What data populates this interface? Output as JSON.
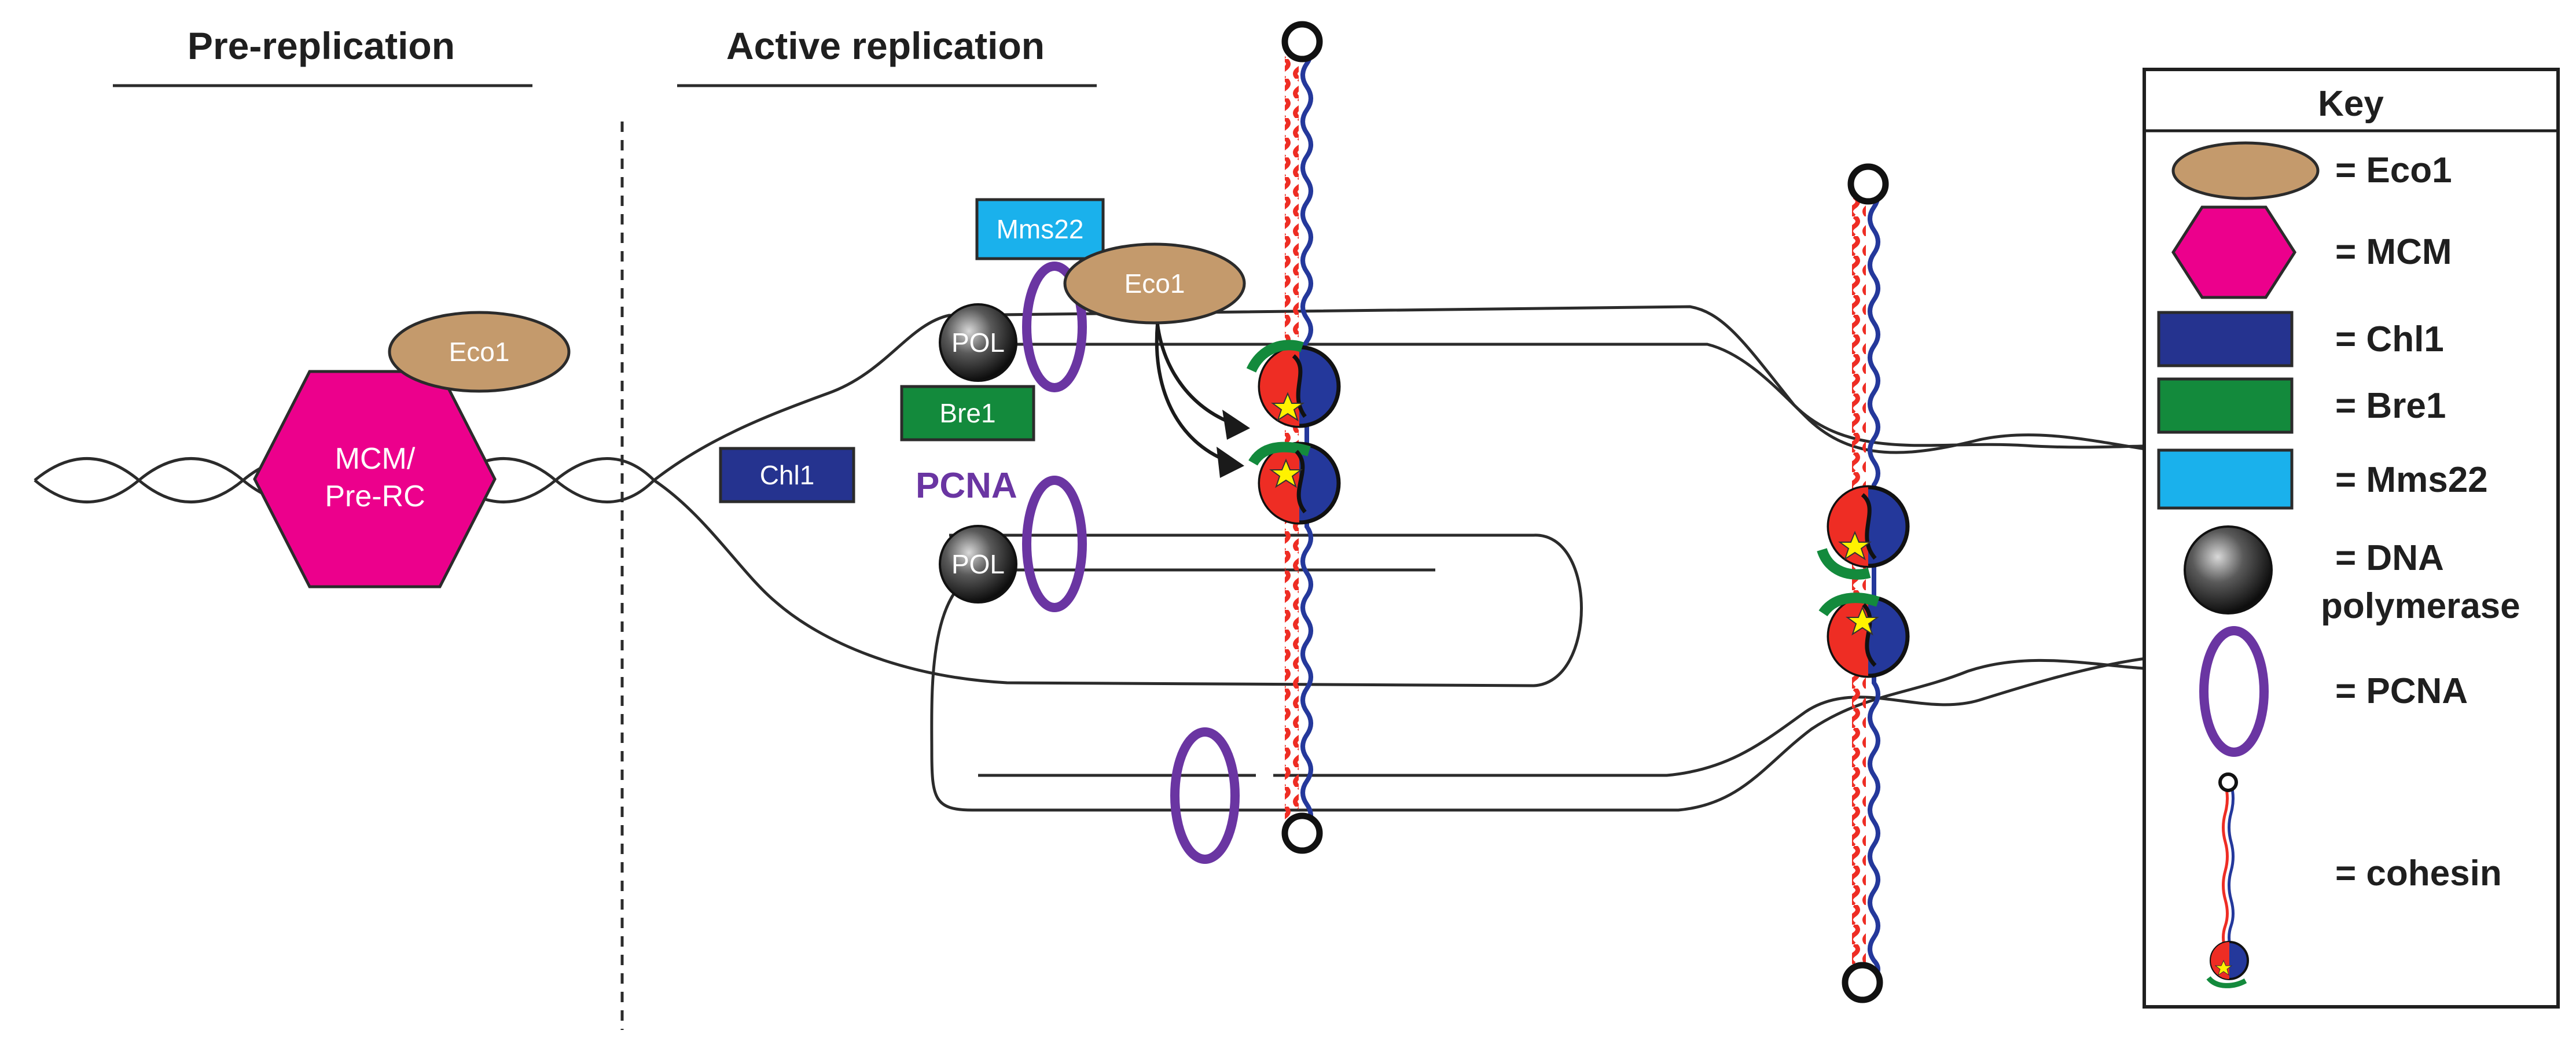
{
  "sections": {
    "pre_replication": "Pre-replication",
    "active_replication": "Active replication"
  },
  "labels": {
    "eco1": "Eco1",
    "mcm_line1": "MCM/",
    "mcm_line2": "Pre-RC",
    "mms22": "Mms22",
    "bre1": "Bre1",
    "chl1": "Chl1",
    "pcna": "PCNA",
    "pol": "POL"
  },
  "key": {
    "title": "Key",
    "items": [
      {
        "label": "= Eco1"
      },
      {
        "label": "= MCM"
      },
      {
        "label": "= Chl1"
      },
      {
        "label": "= Bre1"
      },
      {
        "label": "= Mms22"
      },
      {
        "label_line1": "= DNA",
        "label_line2": "polymerase"
      },
      {
        "label": "= PCNA"
      },
      {
        "label": "= cohesin"
      }
    ]
  },
  "colors": {
    "eco1": "#c49a6c",
    "mcm": "#ec008c",
    "chl1": "#25338f",
    "bre1": "#138a3c",
    "mms22": "#1ab1ec",
    "pcna": "#6a35a2",
    "cohesin_red": "#ee2d24",
    "cohesin_blue": "#24389b",
    "star": "#fff200"
  }
}
